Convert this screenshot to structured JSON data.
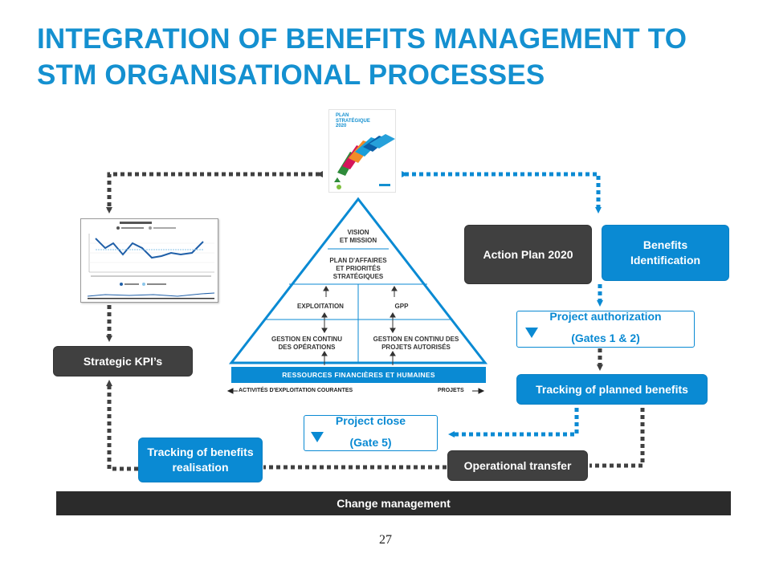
{
  "title": {
    "line1": "INTEGRATION OF BENEFITS MANAGEMENT TO",
    "line2": "STM ORGANISATIONAL PROCESSES"
  },
  "cover": {
    "line1": "PLAN",
    "line2": "STRATÉGIQUE",
    "line3": "2020"
  },
  "pyramid": {
    "vision_1": "VISION",
    "vision_2": "ET MISSION",
    "plan_1": "PLAN D'AFFAIRES",
    "plan_2": "ET PRIORITÉS",
    "plan_3": "STRATÉGIQUES",
    "exploitation": "EXPLOITATION",
    "gpp": "GPP",
    "gestion_ops_1": "GESTION EN CONTINU",
    "gestion_ops_2": "DES OPÉRATIONS",
    "gestion_proj_1": "GESTION EN CONTINU DES",
    "gestion_proj_2": "PROJETS AUTORISÉS",
    "resources": "RESSOURCES FINANCIÈRES ET HUMAINES",
    "activities": "ACTIVITÉS D'EXPLOITATION COURANTES",
    "projects": "PROJETS"
  },
  "boxes": {
    "strategic_kpis": "Strategic KPI’s",
    "action_plan": "Action Plan 2020",
    "benefits_identification": "Benefits Identification",
    "project_authorization": "Project authorization",
    "gates_1_2": "(Gates 1 & 2)",
    "tracking_planned": "Tracking of planned benefits",
    "project_close": "Project close",
    "gate_5": "(Gate 5)",
    "operational_transfer": "Operational transfer",
    "tracking_realisation": "Tracking of benefits realisation"
  },
  "change_management": "Change management",
  "page_number": "27",
  "colors": {
    "brand_blue": "#1490d0",
    "box_blue": "#0a8ad3",
    "box_dark": "#404040",
    "connector_dark": "#404040",
    "connector_blue": "#0a8ad3"
  }
}
